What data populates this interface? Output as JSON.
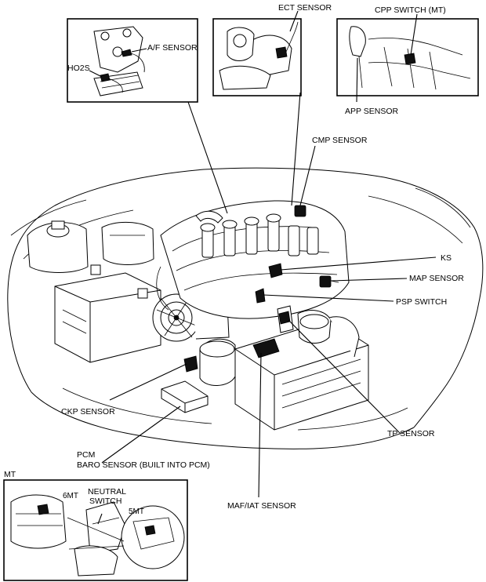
{
  "labels": {
    "ect_sensor": "ECT SENSOR",
    "cpp_switch": "CPP SWITCH (MT)",
    "af_sensor": "A/F SENSOR",
    "ho2s": "HO2S",
    "app_sensor": "APP SENSOR",
    "cmp_sensor": "CMP SENSOR",
    "ks": "KS",
    "map_sensor": "MAP SENSOR",
    "psp_switch": "PSP SWITCH",
    "ckp_sensor": "CKP SENSOR",
    "tp_sensor": "TP SENSOR",
    "pcm": "PCM",
    "baro_sensor": "BARO SENSOR (BUILT INTO PCM)",
    "maf_iat_sensor": "MAF/IAT SENSOR",
    "mt": "MT",
    "neutral_switch_line1": "NEUTRAL",
    "neutral_switch_line2": "SWITCH",
    "six_mt": "6MT",
    "five_mt": "5MT"
  }
}
